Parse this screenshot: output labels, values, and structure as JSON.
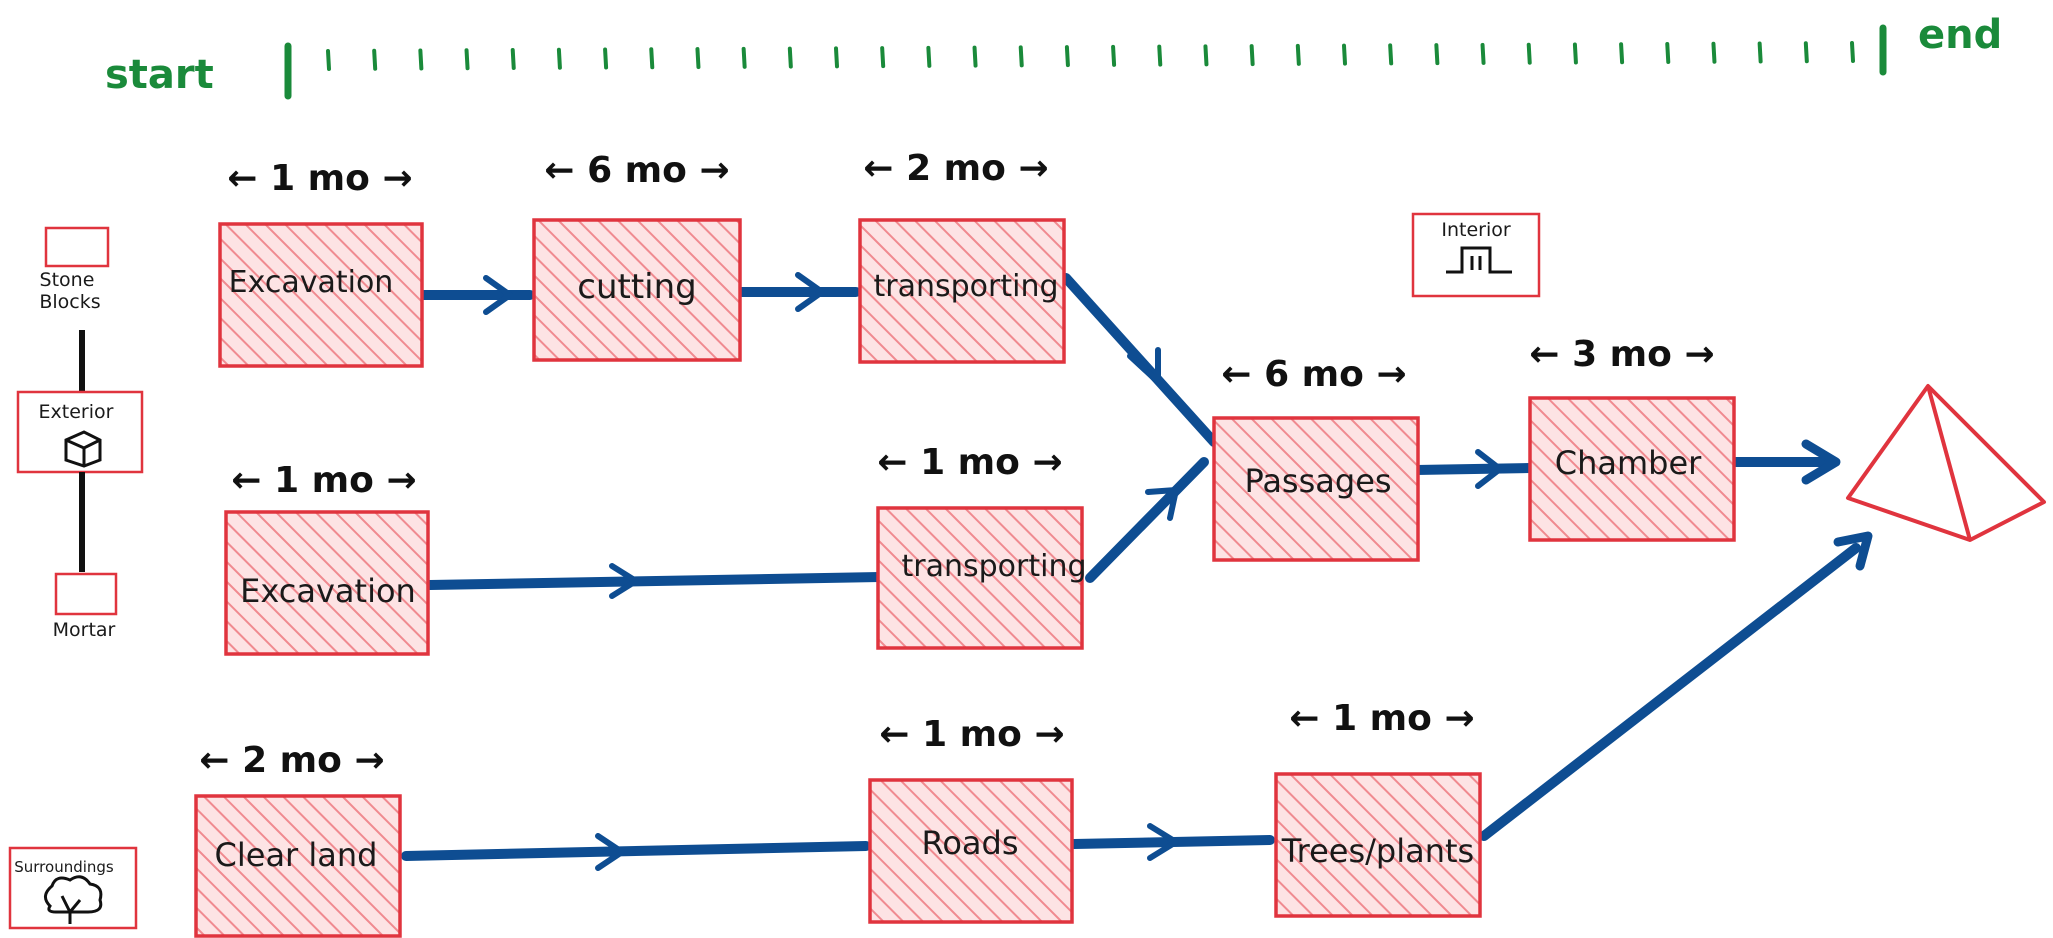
{
  "colors": {
    "box_stroke": "#e0343e",
    "box_fill": "#fde3e4",
    "hatch": "#f08a90",
    "arrow": "#0e4d92",
    "timeline": "#1a8a3a",
    "ink": "#111111"
  },
  "timeline": {
    "start_label": "start",
    "end_label": "end"
  },
  "legend": {
    "stone_blocks": "Stone\nBlocks",
    "exterior": "Exterior",
    "mortar": "Mortar",
    "surroundings": "Surroundings",
    "interior": "Interior"
  },
  "tasks": {
    "excavation_top": "Excavation",
    "cutting": "cutting",
    "transporting_top": "transporting",
    "excavation_mid": "Excavation",
    "transporting_mid": "transporting",
    "passages": "Passages",
    "chamber": "Chamber",
    "clear_land": "Clear land",
    "roads": "Roads",
    "trees_plants": "Trees/plants"
  },
  "durations": {
    "excavation_top": "1 mo",
    "cutting": "6 mo",
    "transporting_top": "2 mo",
    "excavation_mid": "1 mo",
    "transporting_mid": "1 mo",
    "passages": "6 mo",
    "chamber": "3 mo",
    "clear_land": "2 mo",
    "roads": "1 mo",
    "trees_plants": "1 mo"
  },
  "icons": {
    "exterior": "cube-icon",
    "interior": "doorway-icon",
    "surroundings": "tree-icon",
    "goal": "pyramid-icon"
  }
}
